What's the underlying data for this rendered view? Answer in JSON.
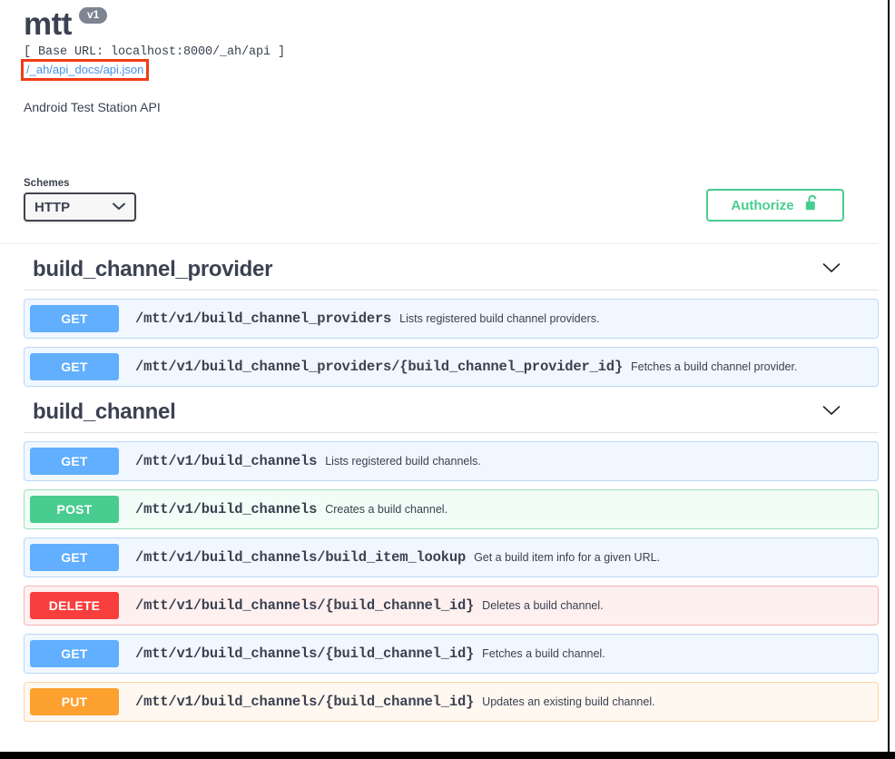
{
  "info": {
    "title": "mtt",
    "version_badge": "v1",
    "base_url": "[ Base URL: localhost:8000/_ah/api ]",
    "spec_link": "/_ah/api_docs/api.json",
    "description": "Android Test Station API",
    "annotation_color": "#f03c14",
    "link_color": "#4a90e2"
  },
  "schemes": {
    "label": "Schemes",
    "selected": "HTTP",
    "options": [
      "HTTP"
    ],
    "caret_icon": "chevron-down-icon"
  },
  "authorize": {
    "label": "Authorize",
    "icon": "unlock-icon",
    "color": "#49cc90"
  },
  "method_colors": {
    "GET": "#61affe",
    "POST": "#49cc90",
    "DELETE": "#f93e3e",
    "PUT": "#fca130"
  },
  "tags": [
    {
      "name": "build_channel_provider",
      "caret_icon": "chevron-down-icon",
      "operations": [
        {
          "method": "GET",
          "path": "/mtt/v1/build_channel_providers",
          "summary": "Lists registered build channel providers."
        },
        {
          "method": "GET",
          "path": "/mtt/v1/build_channel_providers/{build_channel_provider_id}",
          "summary": "Fetches a build channel provider."
        }
      ]
    },
    {
      "name": "build_channel",
      "caret_icon": "chevron-down-icon",
      "operations": [
        {
          "method": "GET",
          "path": "/mtt/v1/build_channels",
          "summary": "Lists registered build channels."
        },
        {
          "method": "POST",
          "path": "/mtt/v1/build_channels",
          "summary": "Creates a build channel."
        },
        {
          "method": "GET",
          "path": "/mtt/v1/build_channels/build_item_lookup",
          "summary": "Get a build item info for a given URL."
        },
        {
          "method": "DELETE",
          "path": "/mtt/v1/build_channels/{build_channel_id}",
          "summary": "Deletes a build channel."
        },
        {
          "method": "GET",
          "path": "/mtt/v1/build_channels/{build_channel_id}",
          "summary": "Fetches a build channel."
        },
        {
          "method": "PUT",
          "path": "/mtt/v1/build_channels/{build_channel_id}",
          "summary": "Updates an existing build channel."
        }
      ]
    }
  ]
}
